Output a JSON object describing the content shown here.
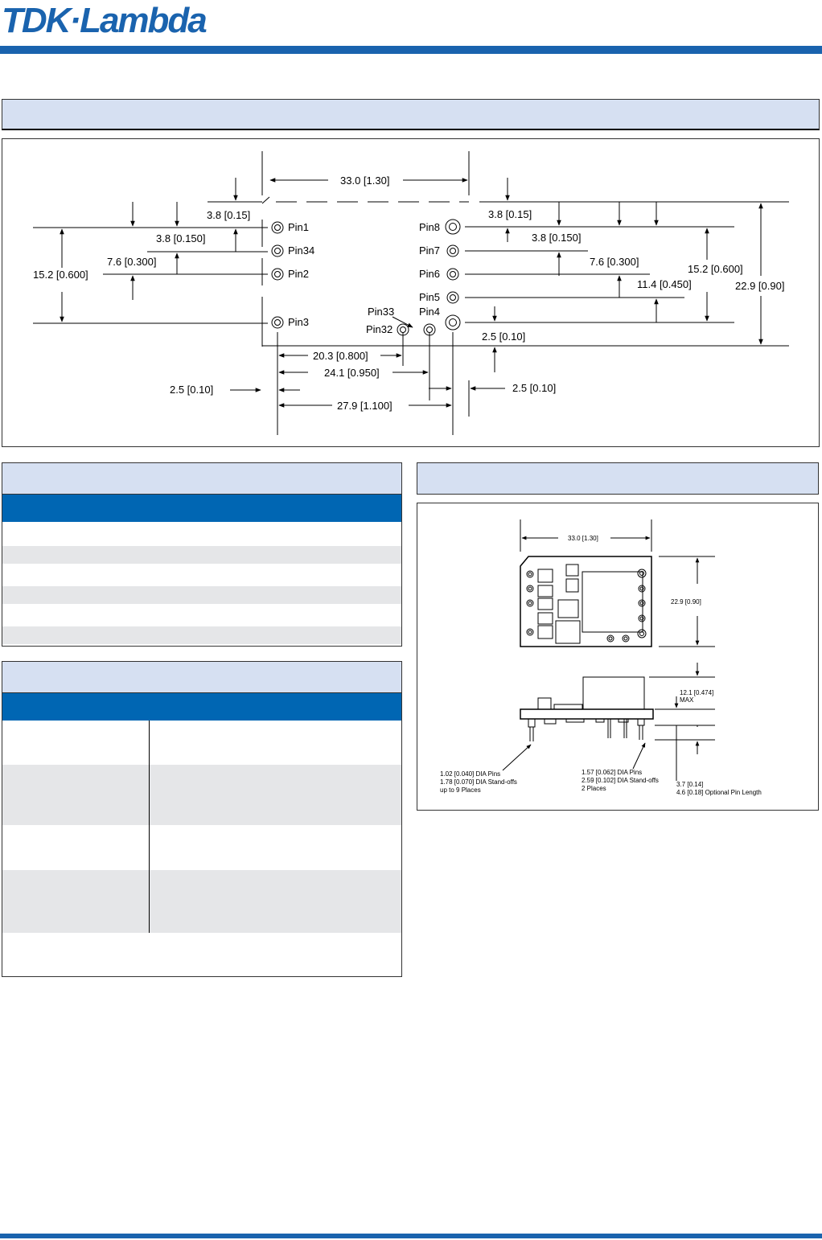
{
  "brand": {
    "logo": "TDK·Lambda",
    "color": "#1a63ae",
    "header_fill": "#d6e0f2",
    "table_blue": "#0066b3",
    "stripe_gray": "#e5e6e8"
  },
  "footprint": {
    "dim_width": "33.0 [1.30]",
    "pins_left": [
      "Pin1",
      "Pin34",
      "Pin2",
      "Pin3"
    ],
    "pins_right": [
      "Pin8",
      "Pin7",
      "Pin6",
      "Pin5",
      "Pin4"
    ],
    "pins_bottom": [
      "Pin33",
      "Pin32"
    ],
    "left_dims": [
      "3.8 [0.15]",
      "3.8 [0.150]",
      "7.6 [0.300]",
      "15.2 [0.600]"
    ],
    "right_dims": [
      "3.8 [0.15]",
      "3.8 [0.150]",
      "7.6 [0.300]",
      "11.4 [0.450]",
      "15.2 [0.600]",
      "22.9 [0.90]"
    ],
    "bottom_dims": [
      "2.5 [0.10]",
      "20.3 [0.800]",
      "24.1 [0.950]",
      "2.5 [0.10]",
      "27.9 [1.100]",
      "2.5 [0.10]"
    ]
  },
  "mechanical": {
    "dim_width": "33.0 [1.30]",
    "dim_height": "22.9 [0.90]",
    "dim_max_height_1": "12.1 [0.474]",
    "dim_max_height_2": "MAX",
    "note_small_pins": [
      "1.02 [0.040] DIA Pins",
      "1.78 [0.070] DIA Stand-offs",
      "up to 9 Places"
    ],
    "note_large_pins": [
      "1.57 [0.062] DIA Pins",
      "2.59 [0.102] DIA Stand-offs",
      "2 Places"
    ],
    "note_pin_length": [
      "3.7 [0.14]",
      "4.6 [0.18] Optional Pin Length"
    ]
  }
}
